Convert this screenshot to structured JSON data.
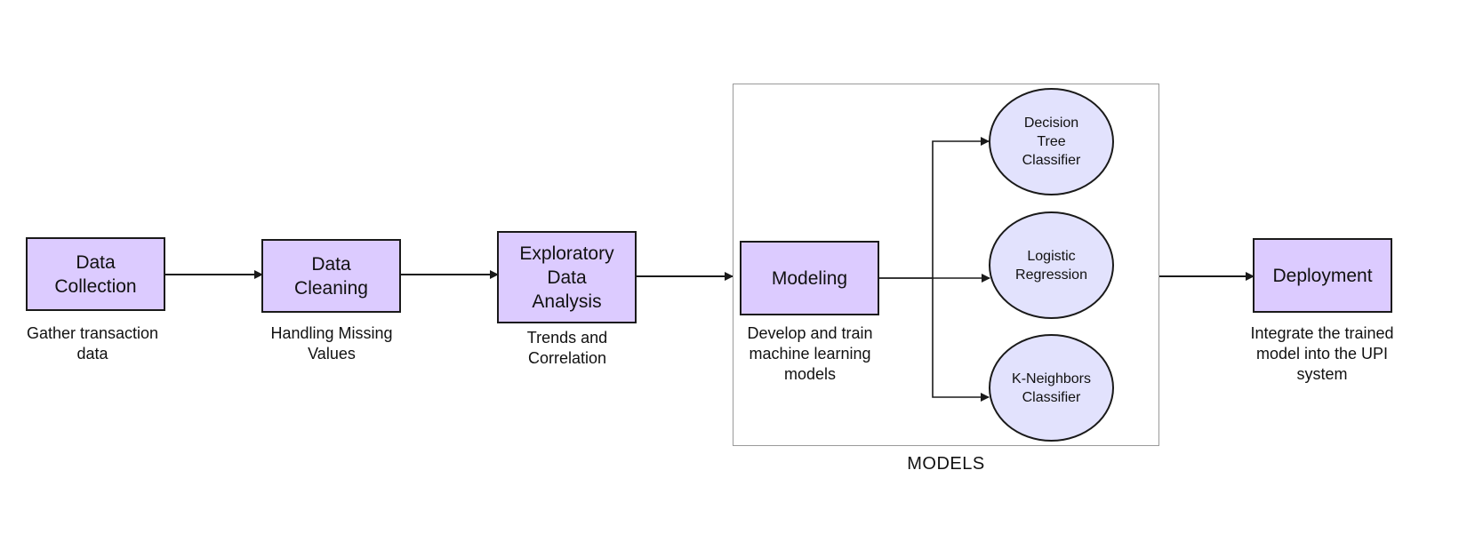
{
  "colors": {
    "stage_fill": "#dccbff",
    "model_fill": "#e2e2fd",
    "stroke": "#1a1a1a",
    "group_border": "#9a9a9a",
    "text": "#111111"
  },
  "stages": [
    {
      "label": "Data\nCollection",
      "description": "Gather transaction\ndata"
    },
    {
      "label": "Data\nCleaning",
      "description": "Handling Missing\nValues"
    },
    {
      "label": "Exploratory\nData\nAnalysis",
      "description": "Trends and\nCorrelation"
    },
    {
      "label": "Modeling",
      "description": "Develop and train\nmachine learning\nmodels"
    },
    {
      "label": "Deployment",
      "description": "Integrate the trained\nmodel into the UPI\nsystem"
    }
  ],
  "models_group": {
    "label": "MODELS",
    "models": [
      {
        "label": "Decision\nTree\nClassifier"
      },
      {
        "label": "Logistic\nRegression"
      },
      {
        "label": "K-Neighbors\nClassifier"
      }
    ]
  }
}
